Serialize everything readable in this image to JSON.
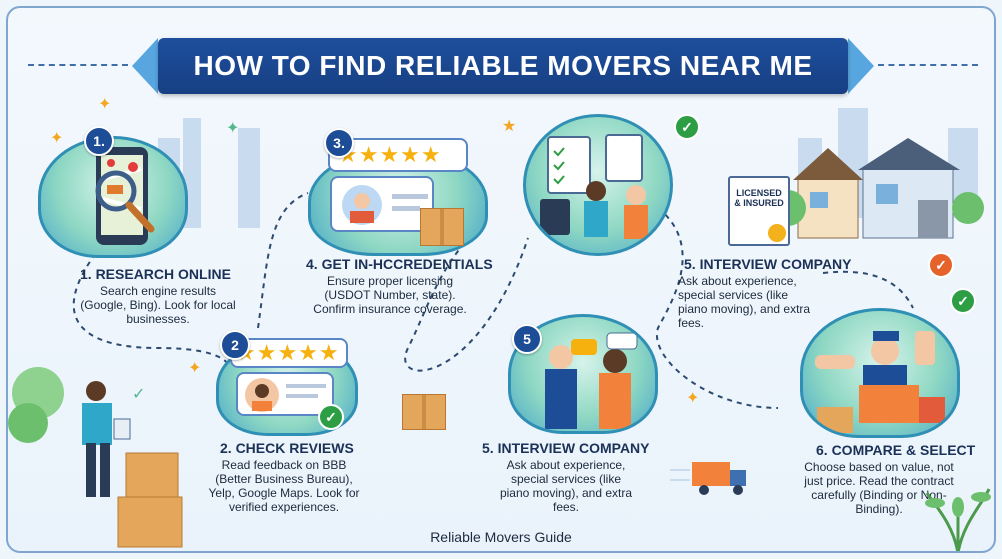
{
  "title": "HOW TO FIND RELIABLE MOVERS NEAR ME",
  "footer": "Reliable Movers Guide",
  "steps": [
    {
      "num": "1.",
      "title": "1. RESEARCH ONLINE",
      "text": "Search engine results (Google, Bing). Look for local businesses."
    },
    {
      "num": "2",
      "title": "2. CHECK REVIEWS",
      "text": "Read feedback on BBB (Better Business Bureau), Yelp, Google Maps. Look for verified experiences."
    },
    {
      "num": "3.",
      "title": "4. GET IN-HCCREDENTIALS",
      "text": "Ensure proper licensing (USDOT Number, state). Confirm insurance coverage."
    },
    {
      "num": "5",
      "title": "5. INTERVIEW COMPANY",
      "text": "Ask about experience, special services (like piano moving), and extra fees."
    },
    {
      "num": "",
      "title": "5. INTERVIEW COMPANY",
      "text": "Ask about experience, special services (like piano moving), and extra fees."
    },
    {
      "num": "",
      "title": "6. COMPARE & SELECT",
      "text": "Choose based on value, not just price. Read the contract carefully (Binding or Non-Binding)."
    }
  ],
  "badge": {
    "line1": "LICENSED",
    "line2": "& INSURED"
  },
  "colors": {
    "banner": "#1e4f9c",
    "accent": "#58a6e0",
    "star": "#f6b10e",
    "check": "#2e9e45"
  }
}
